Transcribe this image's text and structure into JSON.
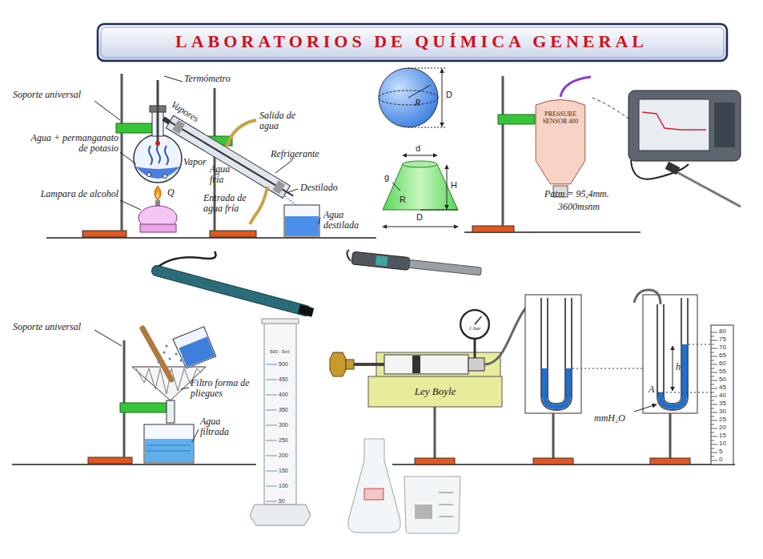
{
  "diagram": {
    "title": "LABORATORIOS DE QUÍMICA GENERAL",
    "nodes": [
      {
        "text": [
          "PRESSURE SENSOR 400"
        ]
      },
      {
        "text": [
          "1 bar"
        ]
      },
      {
        "text": [
          "Ley Boyle"
        ]
      }
    ],
    "labels": [
      "Soporte universal",
      "Termómetro",
      "Agua + permanganato de potasio",
      "Vapores",
      "Salida de agua",
      "Refrigerante",
      "Vapor",
      "Q",
      "Lampara de alcohol",
      "Agua fría",
      "Entrada de agua fría",
      "Destilado",
      "Agua destilada",
      "R",
      "D",
      "d",
      "g",
      "H",
      "R",
      "D",
      "Patm = 95,4mm.",
      "3600msnm",
      "Soporte universal",
      "Filtro forma de pliegues",
      "Agua filtrada",
      "h",
      "A",
      "mmH₂O",
      "80",
      "75",
      "70",
      "65",
      "60",
      "55",
      "50",
      "45",
      "40",
      "35",
      "30",
      "25",
      "20",
      "15",
      "10",
      "5",
      "0",
      "500 : 5ml",
      "500",
      "450",
      "400",
      "350",
      "300",
      "250",
      "200",
      "150",
      "100",
      "50"
    ]
  }
}
